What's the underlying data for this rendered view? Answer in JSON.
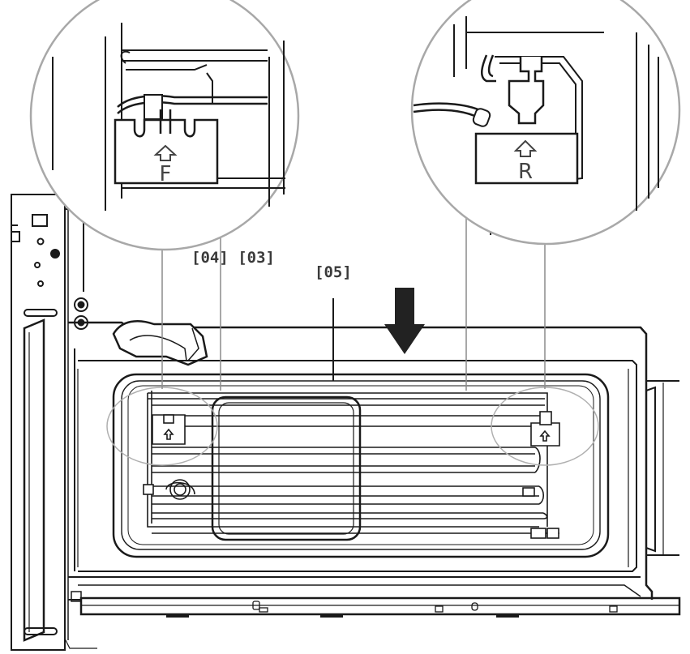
{
  "labels": {
    "part_04_03": "[04] [03]",
    "part_05": "[05]"
  },
  "clips": {
    "front_letter": "F",
    "rear_letter": "R"
  },
  "colors": {
    "line": "#1a1a1a",
    "leader": "#8c8c8c",
    "magnifier": "#a8a8a8",
    "arrow": "#222222"
  },
  "icons": {
    "insert_direction": "arrow-down-icon",
    "clip_arrow": "arrow-up-icon"
  }
}
